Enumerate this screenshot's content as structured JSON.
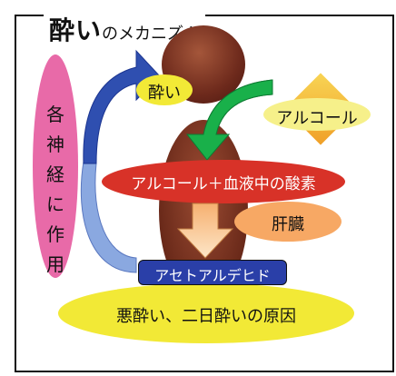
{
  "title": {
    "main": "酔い",
    "sub": "のメカニズム"
  },
  "labels": {
    "nerve": "各神経に作用",
    "yoi": "酔い",
    "alcohol": "アルコール",
    "blood": "アルコール＋血液中の酸素",
    "liver": "肝臓",
    "acetaldehyde": "アセトアルデヒド",
    "cause": "悪酔い、二日酔いの原因"
  },
  "colors": {
    "nerve_pink": "#e86aa8",
    "arrow_blue": "#2f4fb0",
    "arrow_light_blue": "#8aa8e0",
    "arrow_green": "#19b04a",
    "red_band": "#d83228",
    "yellow": "#f2e936",
    "liver_orange": "#f7a864",
    "acet_blue": "#2a3fa8"
  }
}
